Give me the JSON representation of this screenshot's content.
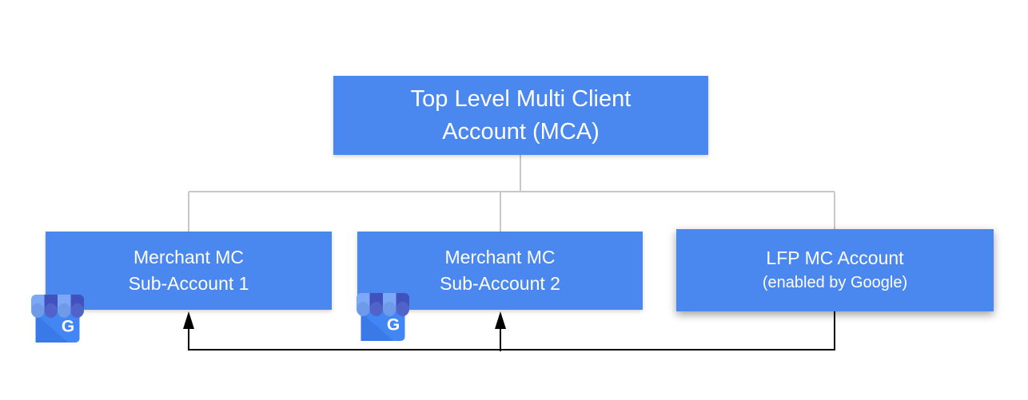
{
  "diagram": {
    "nodes": {
      "mca": {
        "line1": "Top Level Multi Client",
        "line2": "Account (MCA)"
      },
      "sub1": {
        "line1": "Merchant MC",
        "line2": "Sub-Account 1"
      },
      "sub2": {
        "line1": "Merchant MC",
        "line2": "Sub-Account 2"
      },
      "lfp": {
        "line1": "LFP MC Account",
        "line2": "(enabled by Google)"
      }
    },
    "icons": {
      "business_profile": {
        "name": "google-my-business-icon",
        "letter": "G"
      }
    },
    "colors": {
      "node_fill": "#4a87ee",
      "node_text": "#ffffff",
      "tree_connector": "#c8c8c8",
      "flow_connector": "#000000",
      "icon_body": "#4285f4",
      "icon_fold": "#3a79e8",
      "icon_awning_light": "#7ba9f7",
      "icon_awning_dark": "#4152bf"
    }
  }
}
